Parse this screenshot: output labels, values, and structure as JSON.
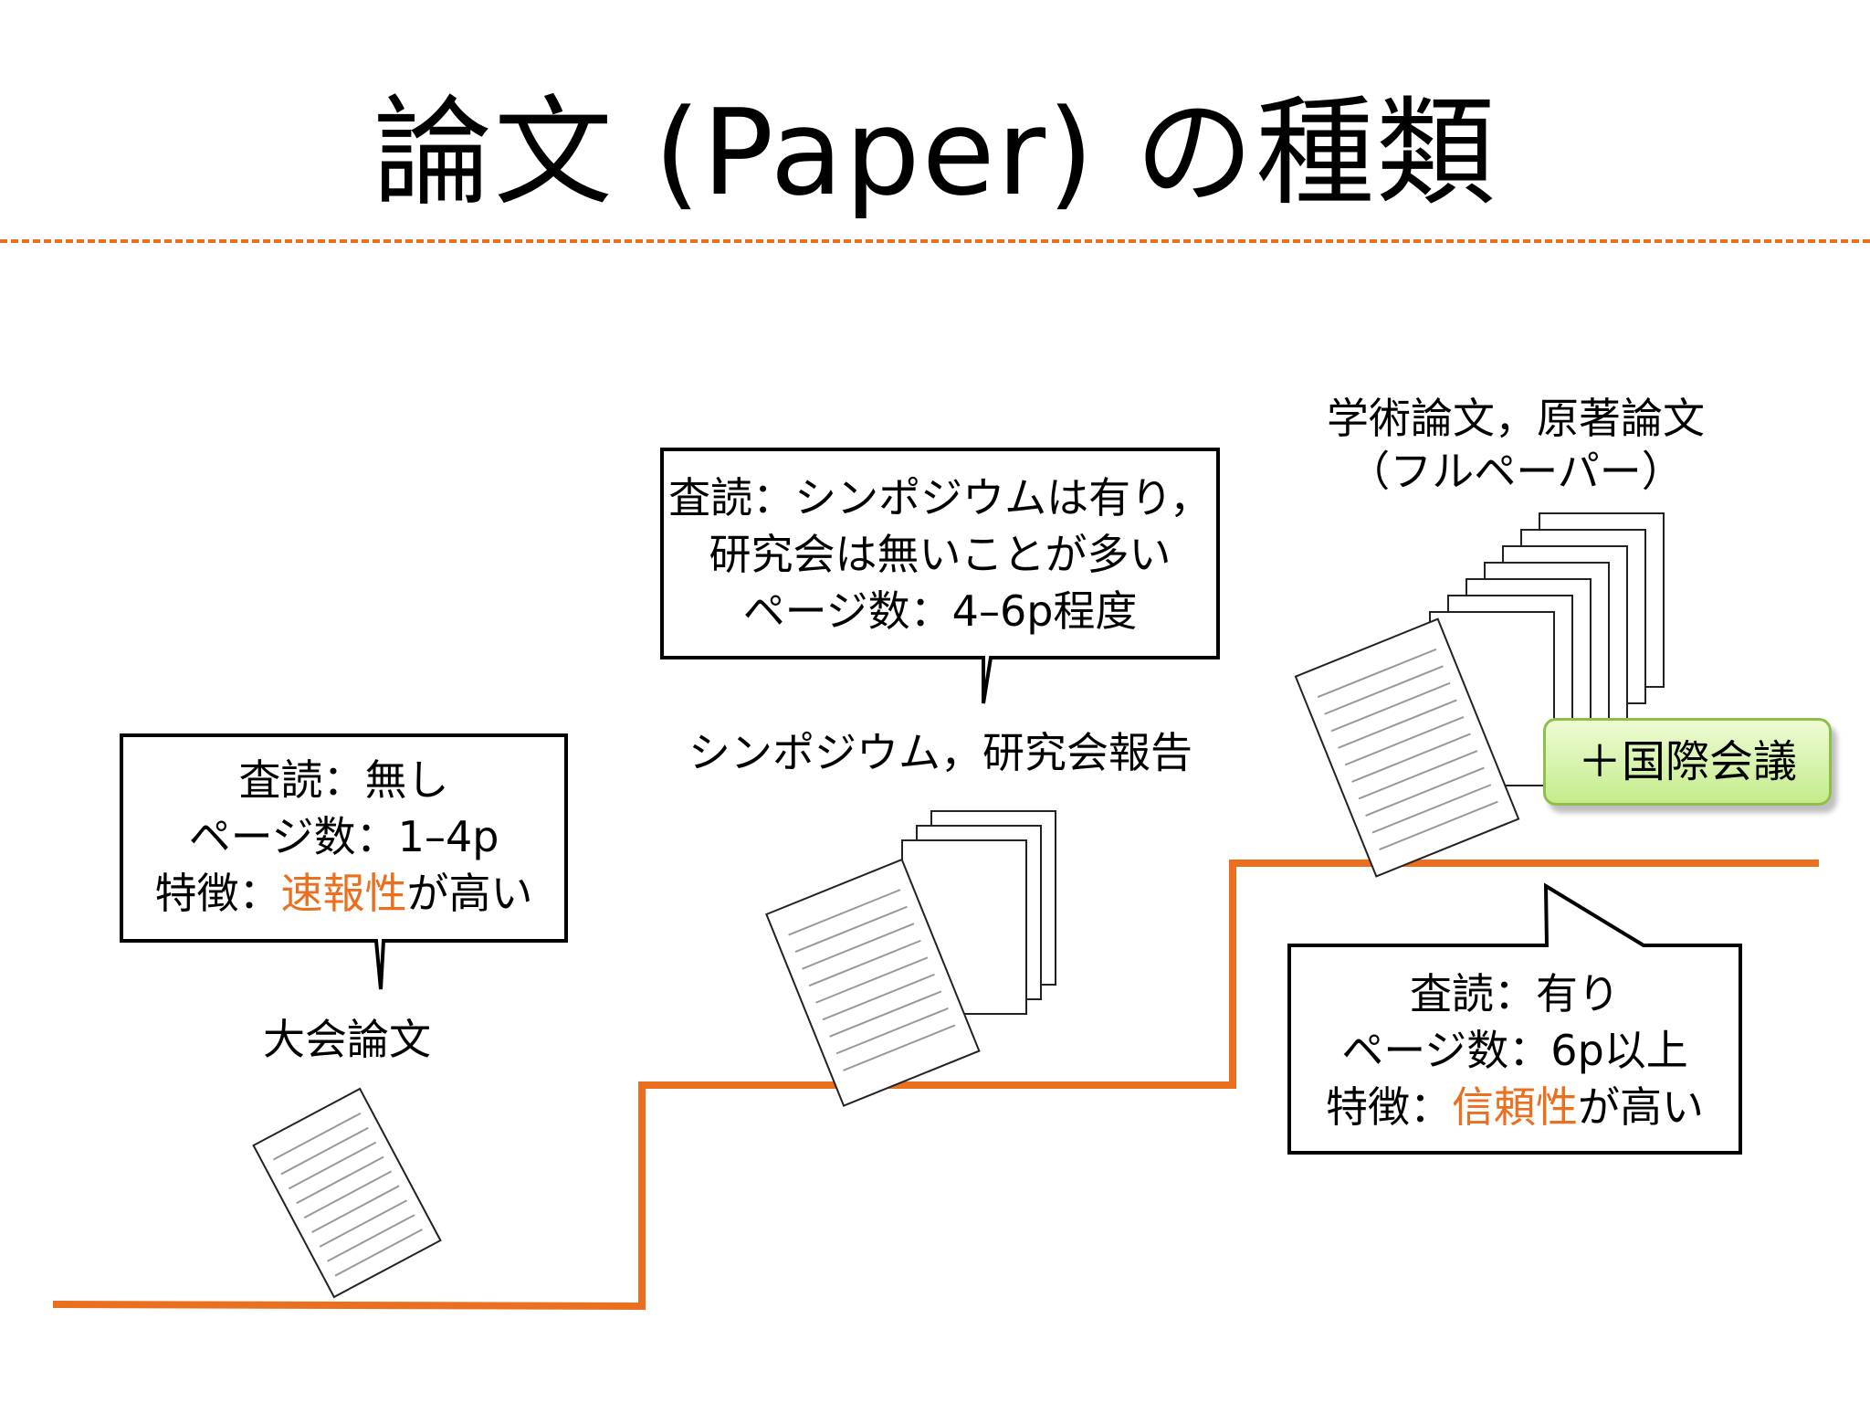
{
  "title": "論文 (Paper) の種類",
  "levels": [
    {
      "name": "大会論文",
      "review": "査読：無し",
      "pages": "ページ数：1–4p",
      "feature_prefix": "特徴：",
      "feature_highlight": "速報性",
      "feature_suffix": "が高い"
    },
    {
      "name": "シンポジウム，研究会報告",
      "review_line1": "査読：シンポジウムは有り，",
      "review_line2": "研究会は無いことが多い",
      "pages": "ページ数：4–6p程度"
    },
    {
      "name_line1": "学術論文，原著論文",
      "name_line2": "（フルペーパー）",
      "badge": "＋国際会議",
      "review": "査読：有り",
      "pages": "ページ数：6p以上",
      "feature_prefix": "特徴：",
      "feature_highlight": "信頼性",
      "feature_suffix": "が高い"
    }
  ],
  "colors": {
    "accent": "#ea6f1e",
    "badge_green": "#c4ec8c"
  }
}
